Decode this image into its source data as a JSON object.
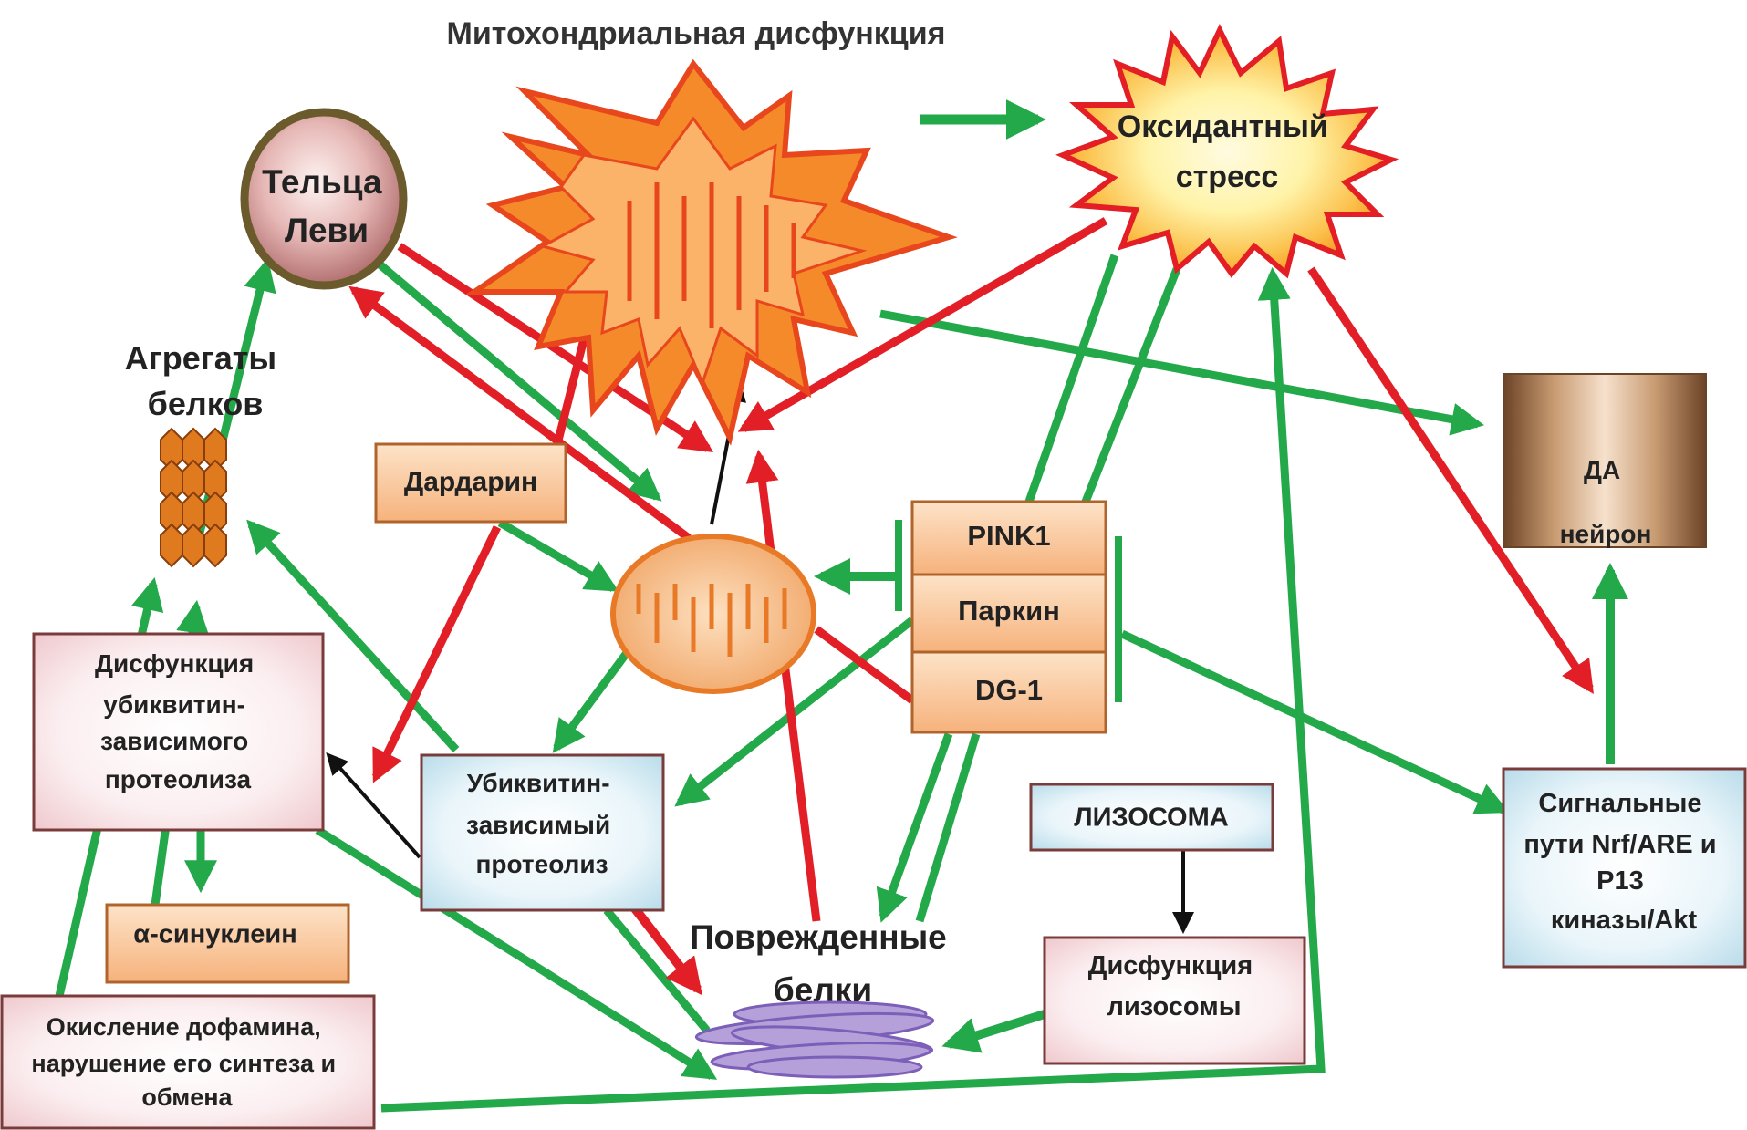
{
  "colors": {
    "green_arrow": "#23a94a",
    "red_arrow": "#e21f26",
    "black_arrow": "#111111",
    "box_orange_top": "#fde1c4",
    "box_orange_bottom": "#f7b987",
    "box_orange_border": "#b0642c",
    "box_pink_center": "#ffffff",
    "box_pink_edge": "#f1cfd2",
    "box_blue_center": "#ffffff",
    "box_blue_edge": "#bfe0ec",
    "box_border": "#7a3b3b",
    "star_fill": "#f37b1f",
    "star_stroke": "#e8471d",
    "oxidant_outer": "#f7931e",
    "oxidant_inner": "#fff7c2",
    "oxidant_border": "#e31e24",
    "lewy_fill": "#c98c8c",
    "lewy_border": "#6b5a2c",
    "aggregate_fill": "#e07a1f",
    "damaged_fill": "#b6a0d9",
    "damaged_border": "#7c5fb8",
    "neuron_dark": "#6b4326",
    "neuron_light": "#f4dcc4"
  },
  "nodes": {
    "mito_dysfunction": "Митохондриальная дисфункция",
    "oxidative_stress": [
      "Оксидантный",
      "стресс"
    ],
    "lewy_bodies": [
      "Тельца",
      "Леви"
    ],
    "protein_aggregates": [
      "Агрегаты",
      "белков"
    ],
    "dardarin": "Дардарин",
    "pink1": "PINK1",
    "parkin": "Паркин",
    "dj1": "DG-1",
    "da_neuron": [
      "ДА",
      "нейрон"
    ],
    "ups_dysfunction": [
      "Дисфункция",
      "убиквитин-",
      "зависимого",
      "протеолиза"
    ],
    "ups": [
      "Убиквитин-",
      "зависимый",
      "протеолиз"
    ],
    "lysosome": "ЛИЗОСОМА",
    "signaling": [
      "Сигнальные",
      "пути Nrf/ARE и",
      "P13",
      "киназы/Akt"
    ],
    "alpha_synuclein": "α-синуклеин",
    "damaged_proteins": [
      "Поврежденные",
      "белки"
    ],
    "lysosome_dysfunction": [
      "Дисфункция",
      "лизосомы"
    ],
    "dopamine_oxidation": [
      "Окисление дофамина,",
      "нарушение его синтеза и",
      "обмена"
    ]
  }
}
